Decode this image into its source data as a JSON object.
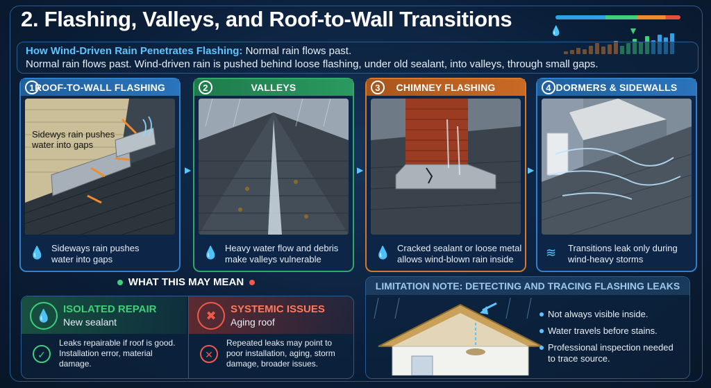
{
  "title": "2. Flashing, Valleys, and Roof-to-Wall Transitions",
  "intro": {
    "heading": "How Wind-Driven Rain Penetrates Flashing:",
    "heading_tail": "Normal rain flows past.",
    "line2": "Normal rain flows past. Wind-driven rain is pushed behind loose flashing, under old sealant, into valleys, through small gaps."
  },
  "panels": [
    {
      "num": "1",
      "title": "ROOF-TO-WALL FLASHING",
      "image_label": "Sidewys rain pushes\nwater into gaps",
      "caption": "Sideways rain pushes\nwater into gaps",
      "icon": "water-drop-icon"
    },
    {
      "num": "2",
      "title": "VALLEYS",
      "caption": "Heavy water flow and debris\nmake valleys vulnerable",
      "icon": "water-drop-icon"
    },
    {
      "num": "3",
      "title": "CHIMNEY FLASHING",
      "caption": "Cracked sealant or loose metal\nallows wind-blown rain inside",
      "icon": "flame-drop-icon"
    },
    {
      "num": "4",
      "title": "DORMERS & SIDEWALLS",
      "caption": "Transitions leak only during\nwind-heavy storms",
      "icon": "wind-icon"
    }
  ],
  "meaning": {
    "title": "WHAT THIS MAY MEAN",
    "isolated": {
      "heading": "ISOLATED REPAIR",
      "sub": "New sealant",
      "body": "Leaks repairable if roof is good. Installation error, material damage."
    },
    "systemic": {
      "heading": "SYSTEMIC ISSUES",
      "sub": "Aging roof",
      "body": "Repeated leaks may point to poor installation, aging, storm damage, broader issues."
    }
  },
  "limitation": {
    "title": "LIMITATION NOTE: DETECTING AND TRACING FLASHING LEAKS",
    "points": [
      "Not always visible inside.",
      "Water travels before stains.",
      "Professional inspection needed\nto trace source."
    ]
  },
  "colors": {
    "blue": "#2f80c8",
    "green": "#2fa86a",
    "orange": "#d9772a",
    "red": "#ef5b4a",
    "accent": "#5cc4ff"
  }
}
